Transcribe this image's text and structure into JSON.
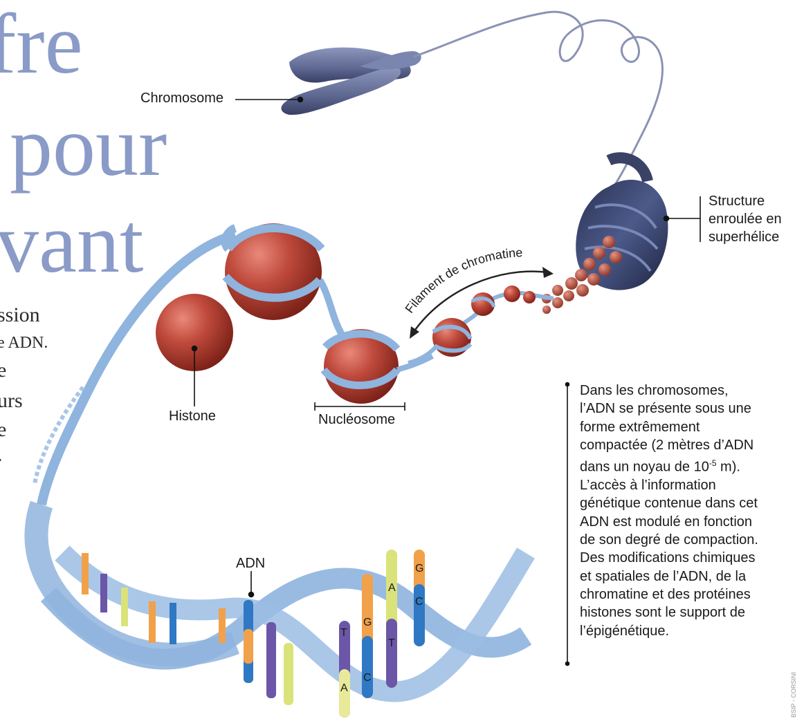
{
  "headline": {
    "line1": "fre",
    "line2": "pour",
    "line3": "vant"
  },
  "body_fragments": [
    "ssion",
    "e ADN.",
    "e",
    "urs",
    "e",
    "."
  ],
  "labels": {
    "chromosome": "Chromosome",
    "structure_line1": "Structure",
    "structure_line2": "enroulée en",
    "structure_line3": "superhélice",
    "filament": "Filament de chromatine",
    "histone": "Histone",
    "nucleosome": "Nucléosome",
    "adn": "ADN"
  },
  "bases": [
    "T",
    "A",
    "G",
    "C",
    "A",
    "T",
    "G",
    "C"
  ],
  "caption": {
    "lines": [
      "Dans les chromosomes,",
      "l’ADN se présente sous une",
      "forme extrêmement",
      "compactée (2 mètres d’ADN",
      "dans un noyau de 10",
      "L’accès à l’information",
      "génétique contenue dans cet",
      "ADN est modulé en fonction",
      "de son degré de compaction.",
      "Des modifications chimiques",
      "et spatiales de l’ADN, de la",
      "chromatine et des protéines",
      "histones sont le support de",
      "l’épigénétique."
    ],
    "exponent": "-5",
    "unit_suffix": " m)."
  },
  "credit": "BSIP - CORSINI",
  "colors": {
    "headline": "#8a9bc8",
    "dna_ribbon": "#8fb4de",
    "histone": "#b8453a",
    "chromosome": "#5e6a93"
  }
}
